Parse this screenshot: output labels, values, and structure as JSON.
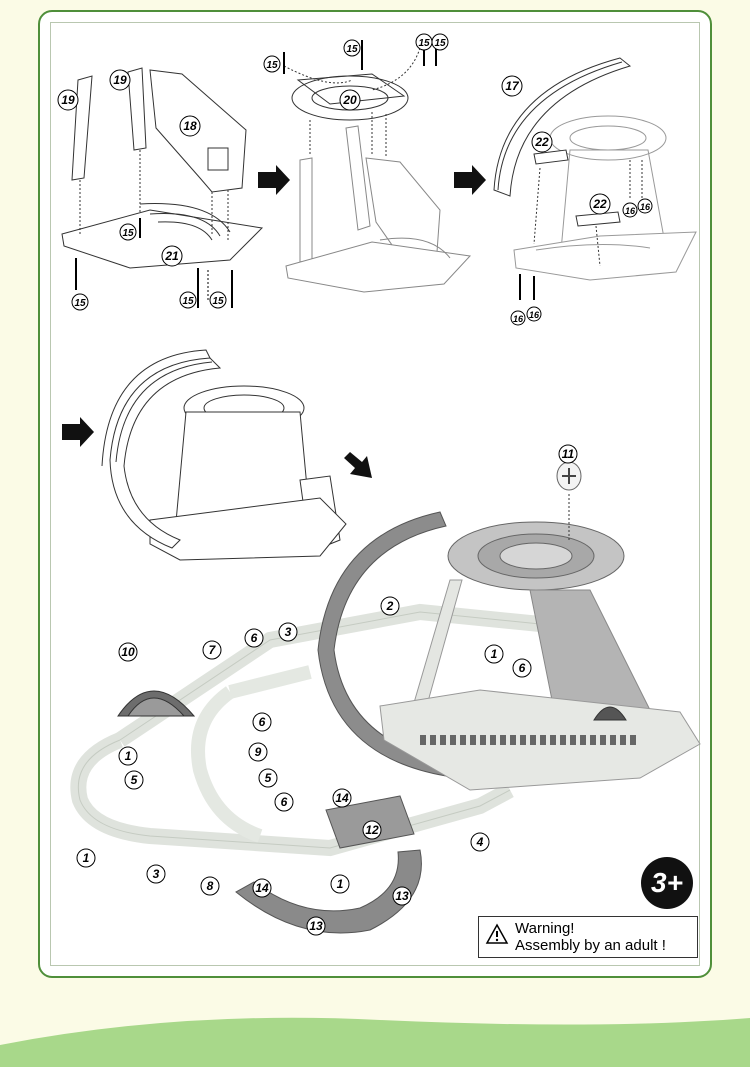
{
  "warning": {
    "title": "Warning!",
    "text": "Assembly by an adult !"
  },
  "age_badge": "3+",
  "part_numbers": {
    "step1": [
      "19",
      "19",
      "18",
      "15",
      "21",
      "15",
      "15",
      "15"
    ],
    "step2": [
      "15",
      "15",
      "15",
      "15",
      "20"
    ],
    "step3": [
      "17",
      "22",
      "22",
      "16",
      "16",
      "16",
      "16"
    ],
    "final_track": [
      "11",
      "2",
      "1",
      "6",
      "10",
      "7",
      "6",
      "3",
      "1",
      "6",
      "9",
      "5",
      "5",
      "6",
      "1",
      "14",
      "12",
      "4",
      "3",
      "8",
      "1",
      "14",
      "13",
      "13"
    ]
  },
  "colors": {
    "border": "#4f8f3a",
    "background": "#fbfbe6",
    "track_light": "#e8ece6",
    "track_grey": "#8a8a8a",
    "ground_wave": "#a8d88a"
  }
}
